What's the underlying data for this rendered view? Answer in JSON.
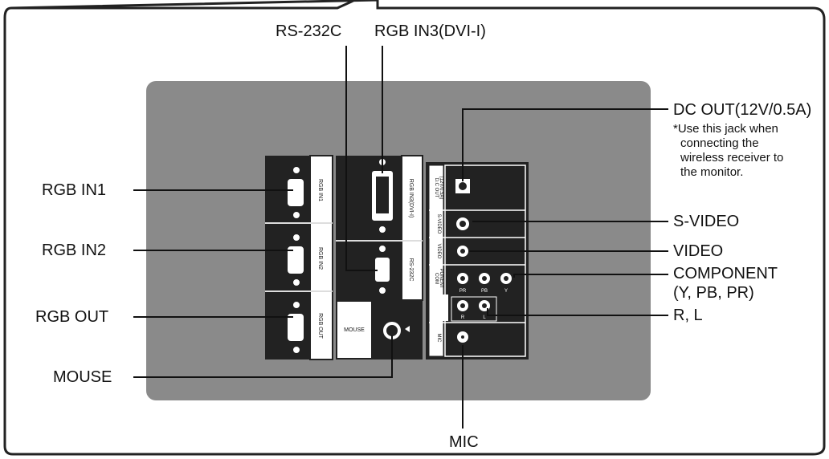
{
  "callouts": {
    "rs232c": "RS-232C",
    "rgb_in3": "RGB IN3(DVI-I)",
    "dc_out": "DC OUT(12V/0.5A)",
    "dc_out_note": [
      "*Use this jack when",
      "connecting the",
      "wireless receiver to",
      "the monitor."
    ],
    "rgb_in1": "RGB IN1",
    "rgb_in2": "RGB IN2",
    "rgb_out": "RGB OUT",
    "mouse": "MOUSE",
    "s_video": "S-VIDEO",
    "video": "VIDEO",
    "component": "COMPONENT",
    "component_sub": "(Y, PB, PR)",
    "r_l": "R, L",
    "mic": "MIC"
  },
  "panel_labels": {
    "rgb_in1": "RGB IN1",
    "rgb_in2": "RGB IN2",
    "rgb_out": "RGB OUT",
    "rgb_in3": "RGB IN3(DVI-I)",
    "rs232c": "RS-232C",
    "mouse": "MOUSE",
    "dc_out_1": "D.C OUT",
    "dc_out_2": "(12V/0.5A)",
    "s_video": "S-VIDEO",
    "video": "VIDEO",
    "component_1": "COM",
    "component_2": "PONENT",
    "pb": "PB",
    "pr": "PR",
    "y": "Y",
    "r": "R",
    "l": "L",
    "mic": "MIC"
  },
  "colors": {
    "panel": "#8a8a8a",
    "board": "#222222",
    "label_bg": "#ffffff",
    "line": "#111111"
  }
}
